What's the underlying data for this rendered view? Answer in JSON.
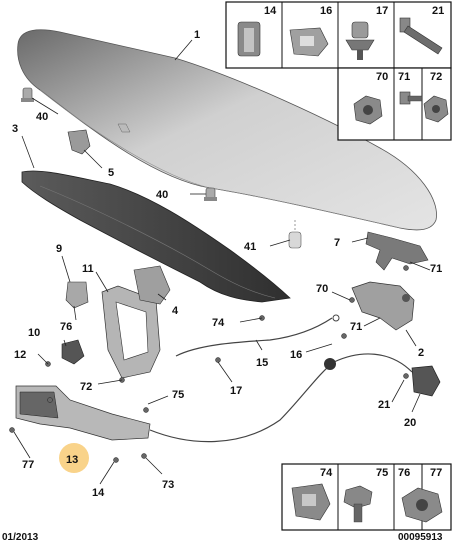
{
  "inset_top": {
    "labels": [
      "14",
      "16",
      "17",
      "21",
      "70",
      "71",
      "72"
    ]
  },
  "inset_bottom": {
    "labels": [
      "74",
      "75",
      "76",
      "77"
    ]
  },
  "highlight": {
    "label": "13",
    "color": "#f9d38a"
  },
  "callouts": {
    "c1": "1",
    "c40a": "40",
    "c3": "3",
    "c5": "5",
    "c40b": "40",
    "c41": "41",
    "c7": "7",
    "c71a": "71",
    "c9": "9",
    "c11": "11",
    "c70": "70",
    "c4": "4",
    "c76": "76",
    "c74": "74",
    "c71b": "71",
    "c10": "10",
    "c2": "2",
    "c12": "12",
    "c16": "16",
    "c15": "15",
    "c72": "72",
    "c17": "17",
    "c75": "75",
    "c21": "21",
    "c20": "20",
    "c77": "77",
    "c14": "14",
    "c73": "73"
  },
  "footer": {
    "date": "01/2013",
    "ref": "00095913"
  },
  "colors": {
    "part_dark": "#4a4a4a",
    "part_light": "#c9c9c9",
    "line": "#222222"
  }
}
